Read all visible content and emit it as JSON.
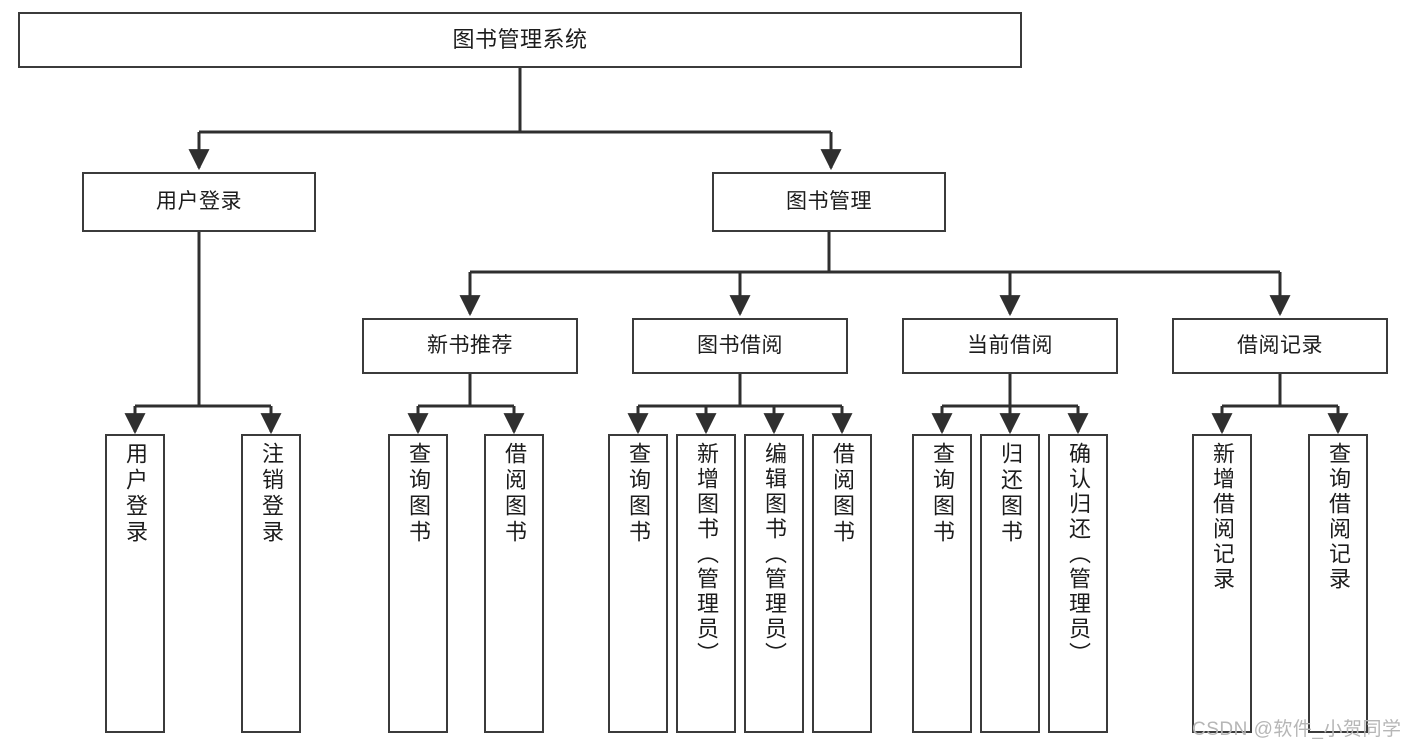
{
  "diagram": {
    "type": "tree-hierarchy",
    "title": "图书管理系统",
    "watermark": "CSDN @软件_小贺同学",
    "colors": {
      "border": "#3b3b3b",
      "background": "#ffffff",
      "text": "#1c1c1c",
      "connector": "#2f2f2f",
      "watermark": "#b6b6b6"
    }
  },
  "nodes": {
    "root": {
      "label": "图书管理系统"
    },
    "level2": [
      {
        "label": "用户登录"
      },
      {
        "label": "图书管理"
      }
    ],
    "level3": [
      {
        "label": "新书推荐"
      },
      {
        "label": "图书借阅"
      },
      {
        "label": "当前借阅"
      },
      {
        "label": "借阅记录"
      }
    ],
    "leaves": {
      "user_login": [
        {
          "label": "用户登录"
        },
        {
          "label": "注销登录"
        }
      ],
      "new_book_recommend": [
        {
          "label": "查询图书"
        },
        {
          "label": "借阅图书"
        }
      ],
      "book_borrow": [
        {
          "label": "查询图书"
        },
        {
          "label": "新增图书（管理员）"
        },
        {
          "label": "编辑图书（管理员）"
        },
        {
          "label": "借阅图书"
        }
      ],
      "current_borrow": [
        {
          "label": "查询图书"
        },
        {
          "label": "归还图书"
        },
        {
          "label": "确认归还（管理员）"
        }
      ],
      "borrow_record": [
        {
          "label": "新增借阅记录"
        },
        {
          "label": "查询借阅记录"
        }
      ]
    }
  }
}
